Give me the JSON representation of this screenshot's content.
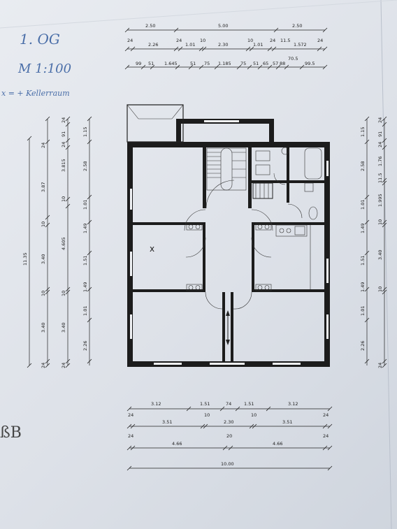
{
  "annotations": {
    "floor": "1. OG",
    "scale": "M 1:100",
    "note": "x = + Kellerraum",
    "room_mark": "x",
    "left_margin": "ßB"
  },
  "dims_top": {
    "row1": [
      "2.50",
      "5.00",
      "2.50"
    ],
    "row2": [
      "24",
      "2.26",
      "24",
      "1.01",
      "10",
      "2.30",
      "10",
      "1.01",
      "24",
      "11.5",
      "1.572",
      "24"
    ],
    "row3": [
      "99",
      "51",
      "1.645",
      "51",
      "75",
      "1.185",
      "75",
      "51",
      "65",
      "57",
      "88",
      "70.5",
      "99.5"
    ]
  },
  "dims_bottom": {
    "row1": [
      "3.12",
      "1.51",
      "74",
      "1.51",
      "3.12"
    ],
    "row2": [
      "24",
      "3.51",
      "10",
      "2.30",
      "10",
      "3.51",
      "24"
    ],
    "row3": [
      "24",
      "4.66",
      "20",
      "4.66",
      "24"
    ],
    "row4": [
      "10.00"
    ]
  },
  "dims_left": {
    "outer": [
      "11.35"
    ],
    "col2": [
      "24",
      "3.87",
      "10",
      "3.40",
      "10",
      "3.40",
      "24"
    ],
    "col3": [
      "24",
      "91",
      "24",
      "3.815",
      "10",
      "4.605",
      "10",
      "3.40",
      "24"
    ],
    "col4": [
      "1.15",
      "2.58",
      "1.01",
      "1.49",
      "1.51",
      "1.49",
      "1.01",
      "2.26"
    ]
  },
  "dims_right": {
    "col1": [
      "1.15",
      "2.58",
      "1.01",
      "1.49",
      "1.51",
      "1.49",
      "1.01",
      "2.26"
    ],
    "col2": [
      "24",
      "91",
      "24",
      "1.76",
      "11.5",
      "1.995",
      "10",
      "3.40",
      "10",
      "24"
    ]
  }
}
